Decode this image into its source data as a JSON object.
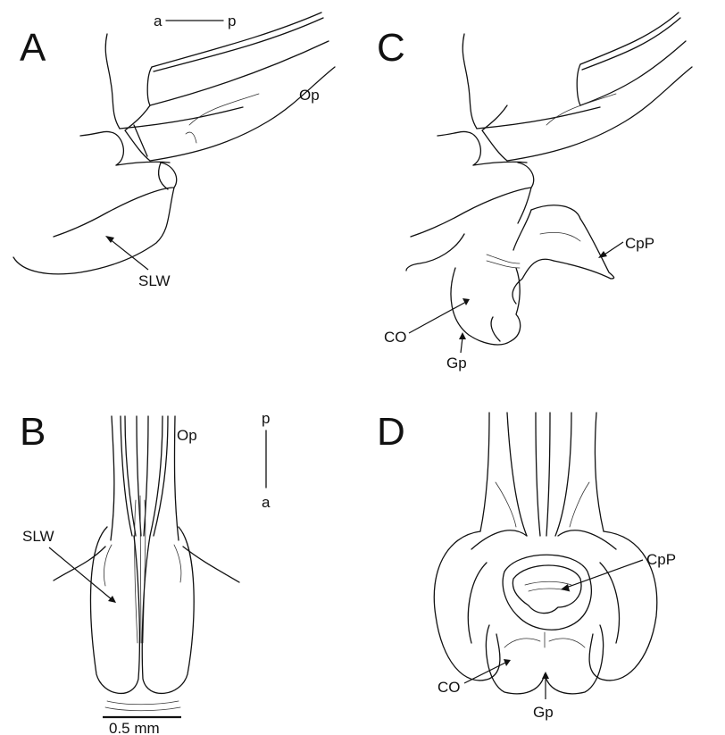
{
  "panels": {
    "A": {
      "letter": "A",
      "orientation": {
        "left": "a",
        "right": "p"
      },
      "labels": {
        "op": "Op",
        "slw": "SLW"
      }
    },
    "B": {
      "letter": "B",
      "orientation": {
        "top": "p",
        "bottom": "a"
      },
      "labels": {
        "op": "Op",
        "slw": "SLW"
      },
      "scale_bar": "0.5 mm"
    },
    "C": {
      "letter": "C",
      "labels": {
        "cpp": "CpP",
        "co": "CO",
        "gp": "Gp"
      }
    },
    "D": {
      "letter": "D",
      "labels": {
        "cpp": "CpP",
        "co": "CO",
        "gp": "Gp"
      }
    }
  },
  "colors": {
    "ink": "#111111",
    "background": "#ffffff"
  }
}
